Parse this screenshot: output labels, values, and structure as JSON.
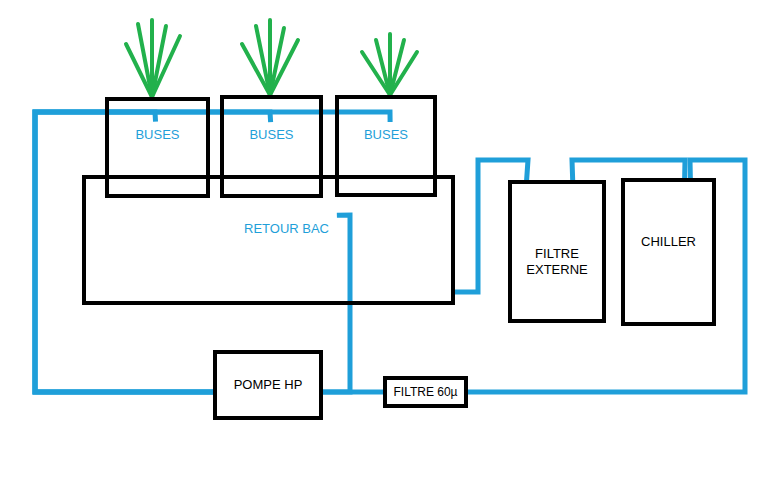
{
  "diagram": {
    "nodes": [
      {
        "text": [
          "BUSES"
        ]
      },
      {
        "text": [
          "BUSES"
        ]
      },
      {
        "text": [
          "BUSES"
        ]
      },
      {
        "text": [
          "RETOUR BAC"
        ]
      },
      {
        "text": [
          "FILTRE EXTERNE"
        ]
      },
      {
        "text": [
          "CHILLER"
        ]
      },
      {
        "text": [
          "POMPE HP"
        ]
      },
      {
        "text": [
          "FILTRE 60µ"
        ]
      }
    ],
    "edges": [
      {
        "from": 3,
        "to": 4,
        "arrow": "none"
      },
      {
        "from": 4,
        "to": 5,
        "arrow": "none"
      },
      {
        "from": 5,
        "to": 7,
        "arrow": "none"
      },
      {
        "from": 7,
        "to": 6,
        "arrow": "none"
      },
      {
        "from": 6,
        "to": 0,
        "arrow": "none"
      },
      {
        "from": 6,
        "to": 1,
        "arrow": "none"
      },
      {
        "from": 6,
        "to": 2,
        "arrow": "none"
      },
      {
        "from": 6,
        "to": 3,
        "arrow": "none"
      }
    ]
  }
}
